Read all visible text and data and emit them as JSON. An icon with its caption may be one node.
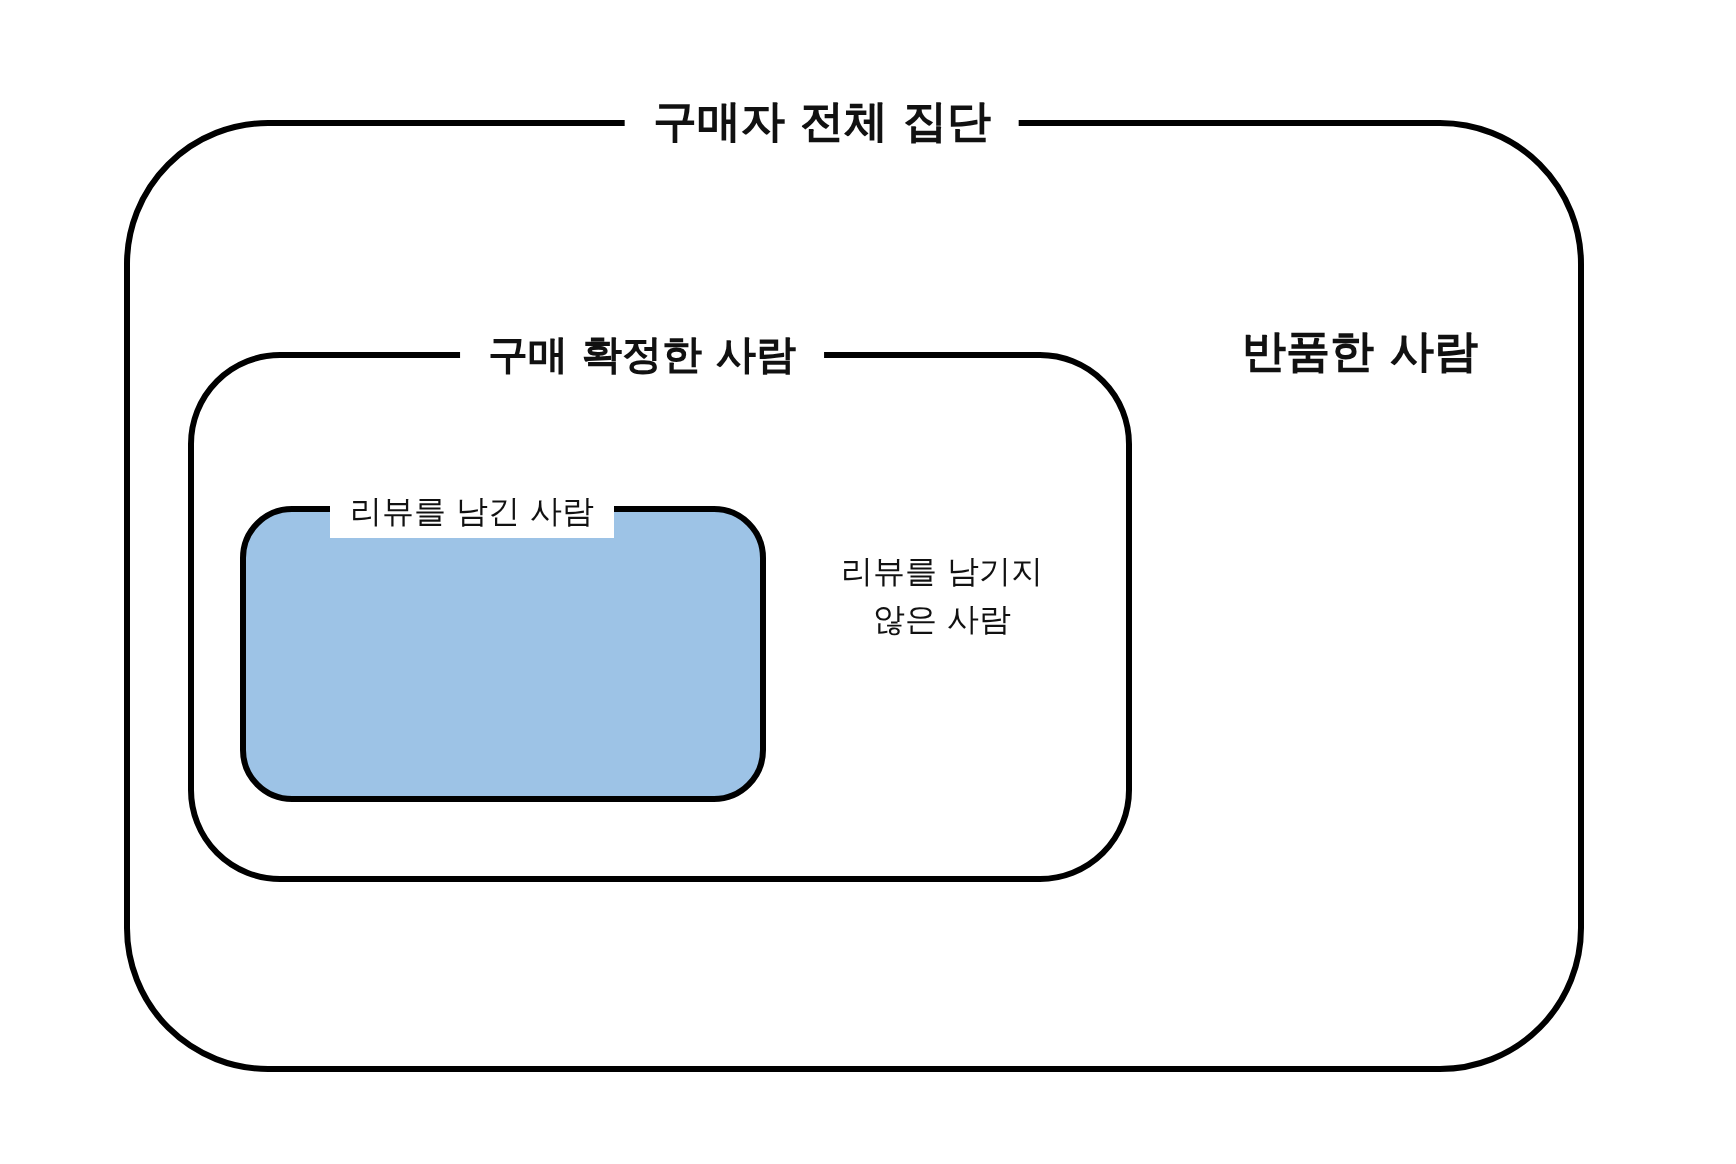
{
  "diagram": {
    "nodes": [
      {
        "text": [
          "구매자 전체 집단",
          "반품한 사람"
        ]
      },
      {
        "text": [
          "구매 확정한 사람",
          "리뷰를 남기지 않은 사람"
        ],
        "in": 0
      },
      {
        "text": [
          "리뷰를 남긴 사람"
        ],
        "in": 1
      }
    ]
  }
}
